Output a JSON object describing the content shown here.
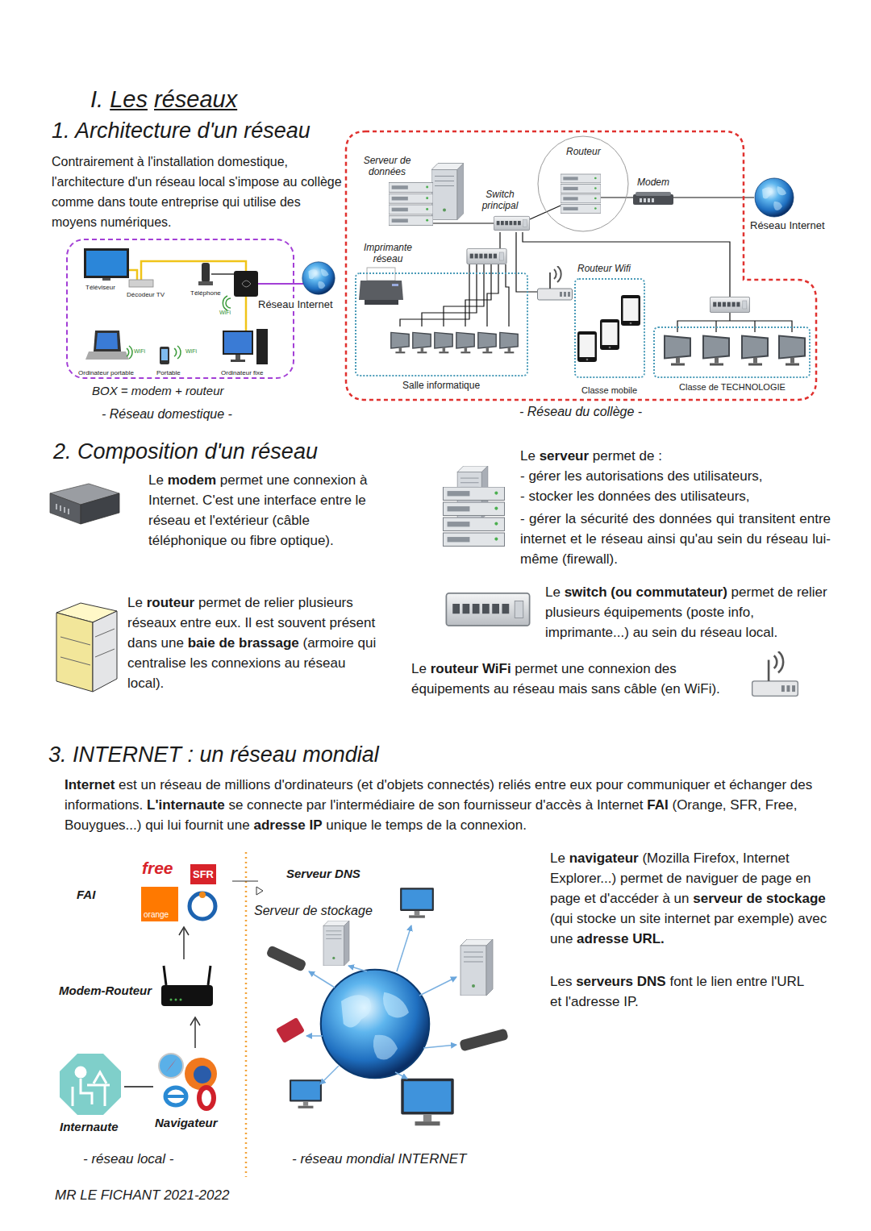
{
  "diagram": {
    "title": "I. Les réseaux",
    "nodes": [
      {
        "text": [
          "BOX = modem + routeur",
          "- Réseau domestique -"
        ]
      },
      {
        "text": [
          "- Réseau du collège -"
        ]
      },
      {
        "text": [
          "Routeur"
        ],
        "in": 1
      },
      {
        "text": [
          "Salle informatique"
        ],
        "in": 1
      },
      {
        "text": [
          "Classe mobile"
        ],
        "in": 1
      },
      {
        "text": [
          "Classe de TECHNOLOGIE"
        ],
        "in": 1
      }
    ],
    "labels": [
      "1. Architecture d'un réseau",
      "Contrairement à l'installation domestique, l'architecture d'un réseau local s'impose au collège comme dans toute entreprise qui utilise des moyens numériques.",
      "Téléviseur",
      "Décodeur TV",
      "Téléphone",
      "WiFi",
      "Réseau Internet",
      "WiFi",
      "WiFi",
      "Ordinateur portable",
      "Portable",
      "Ordinateur fixe",
      "Serveur de données",
      "Switch principal",
      "Modem",
      "Réseau Internet",
      "Imprimante réseau",
      "Routeur Wifi",
      "2. Composition d'un réseau",
      "Le modem permet une connexion à Internet. C'est une interface entre le réseau et l'extérieur (câble téléphonique ou fibre optique).",
      "Le serveur permet de :",
      "- gérer les autorisations des utilisateurs,",
      "- stocker les données des utilisateurs,",
      "- gérer la sécurité des données qui transitent entre internet et le réseau ainsi qu'au sein du réseau lui-même (firewall).",
      "Le routeur permet de relier plusieurs réseaux entre eux. Il est souvent présent dans une baie de brassage (armoire qui centralise les connexions au réseau local).",
      "Le switch (ou commutateur) permet de relier plusieurs équipements (poste info, imprimante...) au sein du réseau local.",
      "Le routeur WiFi permet une connexion des équipements au réseau mais sans câble (en WiFi).",
      "3. INTERNET : un réseau mondial",
      "Internet est un réseau de millions d'ordinateurs (et d'objets connectés) reliés entre eux pour communiquer et échanger des informations. L'internaute se connecte par l'intermédiaire de son fournisseur d'accès à Internet FAI (Orange, SFR, Free, Bouygues...) qui lui fournit une adresse IP unique le temps de la connexion.",
      "FAI",
      "free",
      "SFR",
      "orange",
      "Serveur DNS",
      "Serveur de stockage",
      "Modem-Routeur",
      "Internaute",
      "Navigateur",
      "- réseau local -",
      "- réseau mondial INTERNET",
      "Le navigateur (Mozilla Firefox, Internet Explorer...) permet de naviguer de page en page et d'accéder à un serveur de stockage (qui stocke un site internet par exemple) avec une adresse URL.",
      "Les serveurs DNS font le lien entre l'URL et l'adresse IP.",
      "MR LE FICHANT 2021-2022"
    ]
  }
}
